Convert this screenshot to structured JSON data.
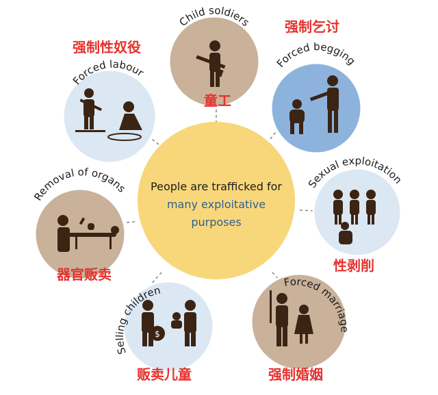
{
  "center": {
    "line1": "People are trafficked for",
    "line2": "many exploitative",
    "line3": "purposes"
  },
  "colors": {
    "center_fill": "#f8d77a",
    "tan": "#c9b19a",
    "light_blue": "#dbe8f3",
    "mid_blue": "#8db3dc",
    "connector": "#8a8a8a",
    "cn_red": "#e5322d"
  },
  "nodes": [
    {
      "id": "child-soldiers",
      "en": "Child soldiers",
      "cn": "童工",
      "icon": "soldier-icon"
    },
    {
      "id": "forced-begging",
      "en": "Forced begging",
      "cn": "强制乞讨",
      "icon": "begging-icon"
    },
    {
      "id": "sexual-exploitation",
      "en": "Sexual exploitation",
      "cn": "性剥削",
      "icon": "figures-icon"
    },
    {
      "id": "forced-marriage",
      "en": "Forced marriage",
      "cn": "强制婚姻",
      "icon": "marriage-icon"
    },
    {
      "id": "selling-children",
      "en": "Selling children",
      "cn": "贩卖儿童",
      "icon": "money-bag-icon"
    },
    {
      "id": "removal-of-organs",
      "en": "Removal of organs",
      "cn": "器官贩卖",
      "icon": "operation-icon"
    },
    {
      "id": "forced-labour",
      "en": "Forced labour",
      "cn": "强制性奴役",
      "icon": "labour-icon"
    }
  ]
}
